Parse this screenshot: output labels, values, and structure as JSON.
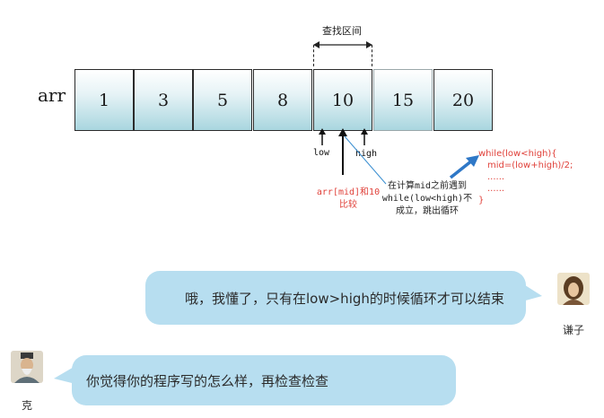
{
  "diagram": {
    "array_label": "arr",
    "values": [
      "1",
      "3",
      "5",
      "8",
      "10",
      "15",
      "20"
    ],
    "search_range_label": "查找区间",
    "low_label": "low",
    "high_label": "high",
    "compare_note": [
      "arr[mid]和10",
      "比较"
    ],
    "callout": [
      "在计算mid之前遇到",
      "while(low<high)不",
      "成立，跳出循环"
    ],
    "code": [
      "while(low<high){",
      "mid=(low+high)/2;",
      "......",
      "......",
      "}"
    ],
    "colors": {
      "red": "#e0413a",
      "arrow_blue": "#2f78c7",
      "cell_gradient_end": "#a9d6df"
    }
  },
  "chat": {
    "messages": [
      {
        "user": "谦子",
        "text": "哦，我懂了，只有在low>high的时候循环才可以结束",
        "side": "right"
      },
      {
        "user": "克",
        "text": "你觉得你的程序写的怎么样，再检查检查",
        "side": "left"
      }
    ],
    "bubble_color": "#b7def0"
  }
}
